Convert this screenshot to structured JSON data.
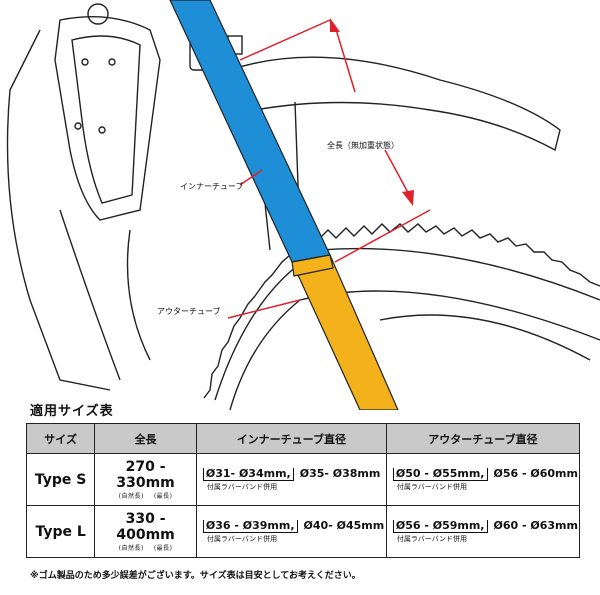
{
  "labels": {
    "overall_length": "全長（無加重状態）",
    "inner_tube": "インナーチューブ",
    "outer_tube": "アウターチューブ"
  },
  "colors": {
    "inner_tube": "#1e8fd6",
    "outer_tube": "#f3b21b",
    "callout_line": "#e0202a",
    "header_bg": "#c9c9c9"
  },
  "table": {
    "title": "適用サイズ表",
    "headers": [
      "サイズ",
      "全長",
      "インナーチューブ直径",
      "アウターチューブ直径"
    ],
    "rows": [
      {
        "type": "Type S",
        "length": "270 - 330mm",
        "length_notes": [
          "(自然長)",
          "(最長)"
        ],
        "inner_a": "Ø31- Ø34mm,",
        "inner_b": "Ø35- Ø38mm",
        "inner_note": "付属ラバーバンド併用",
        "outer_a": "Ø50 - Ø55mm,",
        "outer_b": "Ø56 - Ø60mm",
        "outer_note": "付属ラバーバンド併用"
      },
      {
        "type": "Type L",
        "length": "330 - 400mm",
        "length_notes": [
          "(自然長)",
          "(最長)"
        ],
        "inner_a": "Ø36 - Ø39mm,",
        "inner_b": "Ø40- Ø45mm",
        "inner_note": "付属ラバーバンド併用",
        "outer_a": "Ø56 - Ø59mm,",
        "outer_b": "Ø60 - Ø63mm",
        "outer_note": "付属ラバーバンド併用"
      }
    ]
  },
  "footnote": "※ゴム製品のため多少誤差がございます。サイズ表は目安としてお考えください。"
}
